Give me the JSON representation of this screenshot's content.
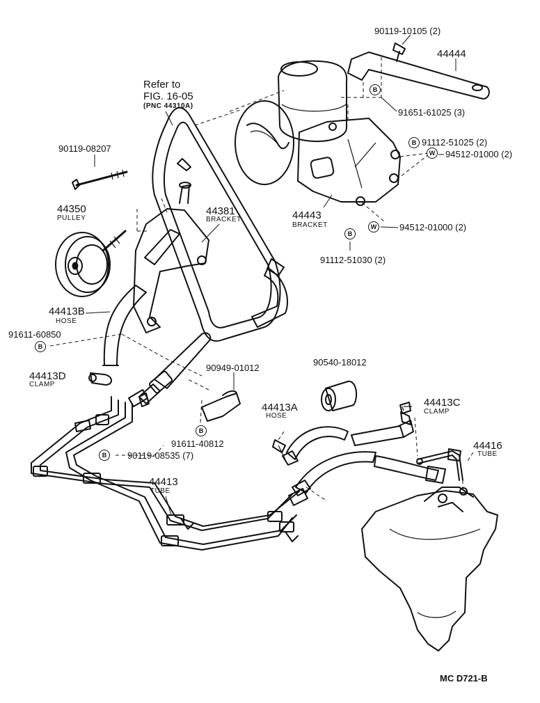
{
  "reference": {
    "line1": "Refer to",
    "line2": "FIG. 16-05",
    "line3": "(PNC 44310A)"
  },
  "badges": {
    "bolt": "B",
    "washer": "W"
  },
  "parts": {
    "p90119_10105": "90119-10105 (2)",
    "p44444": "44444",
    "p91651_61025": "91651-61025 (3)",
    "p91112_51025": "91112-51025 (2)",
    "p94512_01000a": "94512-01000 (2)",
    "p94512_01000b": "94512-01000 (2)",
    "p90119_08207": "90119-08207",
    "p44350": "44350",
    "p44350_sub": "PULLEY",
    "p44381": "44381",
    "p44381_sub": "BRACKET",
    "p44443": "44443",
    "p44443_sub": "BRACKET",
    "p91112_51030": "91112-51030 (2)",
    "p44413B": "44413B",
    "p44413B_sub": "HOSE",
    "p91611_60850": "91611-60850",
    "p44413D": "44413D",
    "p44413D_sub": "CLAMP",
    "p90949_01012": "90949-01012",
    "p90540_18012": "90540-18012",
    "p44413A": "44413A",
    "p44413A_sub": "HOSE",
    "p44413C": "44413C",
    "p44413C_sub": "CLAMP",
    "p91611_40812": "91611-40812",
    "p44416": "44416",
    "p44416_sub": "TUBE",
    "p90119_08535": "90119-08535 (7)",
    "p44413": "44413",
    "p44413_sub": "TUBE"
  },
  "figure_code": "MC  D721-B"
}
